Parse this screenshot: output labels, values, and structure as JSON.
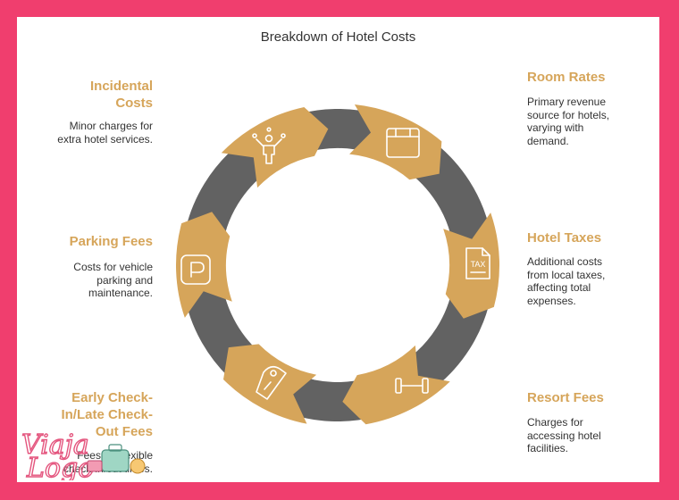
{
  "title": "Breakdown of Hotel Costs",
  "colors": {
    "background": "#f03e6e",
    "segment_gold": "#d6a55a",
    "segment_gray": "#626262",
    "label_gold": "#d6a55a"
  },
  "items": [
    {
      "label": "Room Rates",
      "desc": [
        "Primary revenue",
        "source for hotels,",
        "varying with",
        "demand."
      ],
      "icon": "calendar-icon"
    },
    {
      "label": "Hotel Taxes",
      "desc": [
        "Additional costs",
        "from local taxes,",
        "affecting total",
        "expenses."
      ],
      "icon": "tax-document-icon"
    },
    {
      "label": "Resort Fees",
      "desc": [
        "Charges for",
        "accessing hotel",
        "facilities."
      ],
      "icon": "dumbbell-icon"
    },
    {
      "label": [
        "Early Check-",
        "In/Late Check-",
        "Out Fees"
      ],
      "desc": [
        "Fees for flexible",
        "check-in/out times."
      ],
      "icon": "door-hanger-icon"
    },
    {
      "label": "Parking Fees",
      "desc": [
        "Costs for vehicle",
        "parking and",
        "maintenance."
      ],
      "icon": "parking-icon"
    },
    {
      "label": [
        "Incidental",
        "Costs"
      ],
      "desc": [
        "Minor charges for",
        "extra hotel services."
      ],
      "icon": "juggling-person-icon"
    }
  ],
  "watermark": {
    "text": "Viaja Logo",
    "icon": "travel-luggage-icon"
  }
}
